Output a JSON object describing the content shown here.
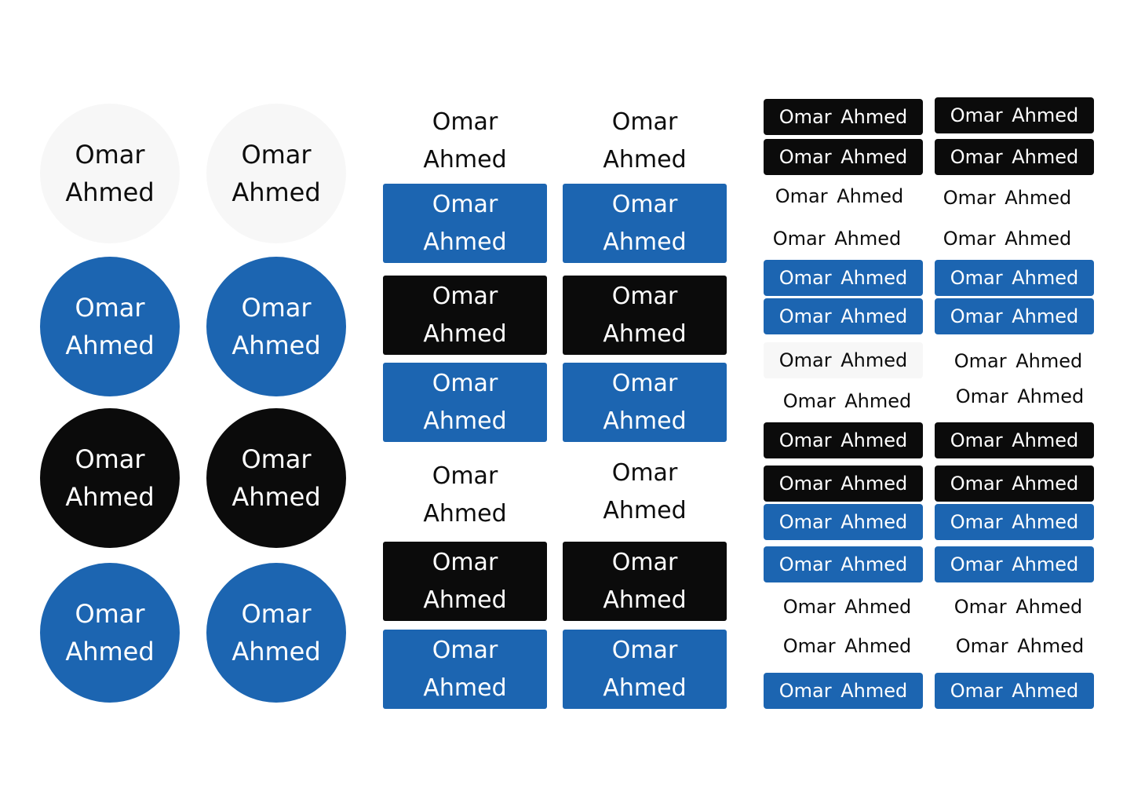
{
  "name": {
    "first": "Omar",
    "last": "Ahmed",
    "full": "Omar Ahmed"
  },
  "colors": {
    "blue": "#1c65b1",
    "black": "#0b0b0b",
    "white": "#ffffff",
    "offwhite": "#f7f7f7"
  },
  "circle_labels": [
    "bg-offwhite",
    "bg-offwhite",
    "bg-blue",
    "bg-blue",
    "bg-black",
    "bg-black",
    "bg-blue",
    "bg-blue"
  ],
  "rect_labels": [
    "bg-white",
    "bg-white",
    "bg-blue",
    "bg-blue",
    "bg-black",
    "bg-black",
    "bg-blue",
    "bg-blue",
    "bg-white",
    "bg-white",
    "bg-black",
    "bg-black",
    "bg-blue",
    "bg-blue"
  ],
  "small_labels": [
    "bg-black",
    "bg-black",
    "bg-black",
    "bg-black",
    "bg-white",
    "bg-white",
    "bg-white",
    "bg-white",
    "bg-blue",
    "bg-blue",
    "bg-blue",
    "bg-blue",
    "bg-offwhite",
    "bg-white",
    "bg-white",
    "bg-white",
    "bg-black",
    "bg-black",
    "bg-black",
    "bg-black",
    "bg-blue",
    "bg-blue",
    "bg-blue",
    "bg-blue",
    "bg-white",
    "bg-white",
    "bg-white",
    "bg-white",
    "bg-blue",
    "bg-blue"
  ]
}
